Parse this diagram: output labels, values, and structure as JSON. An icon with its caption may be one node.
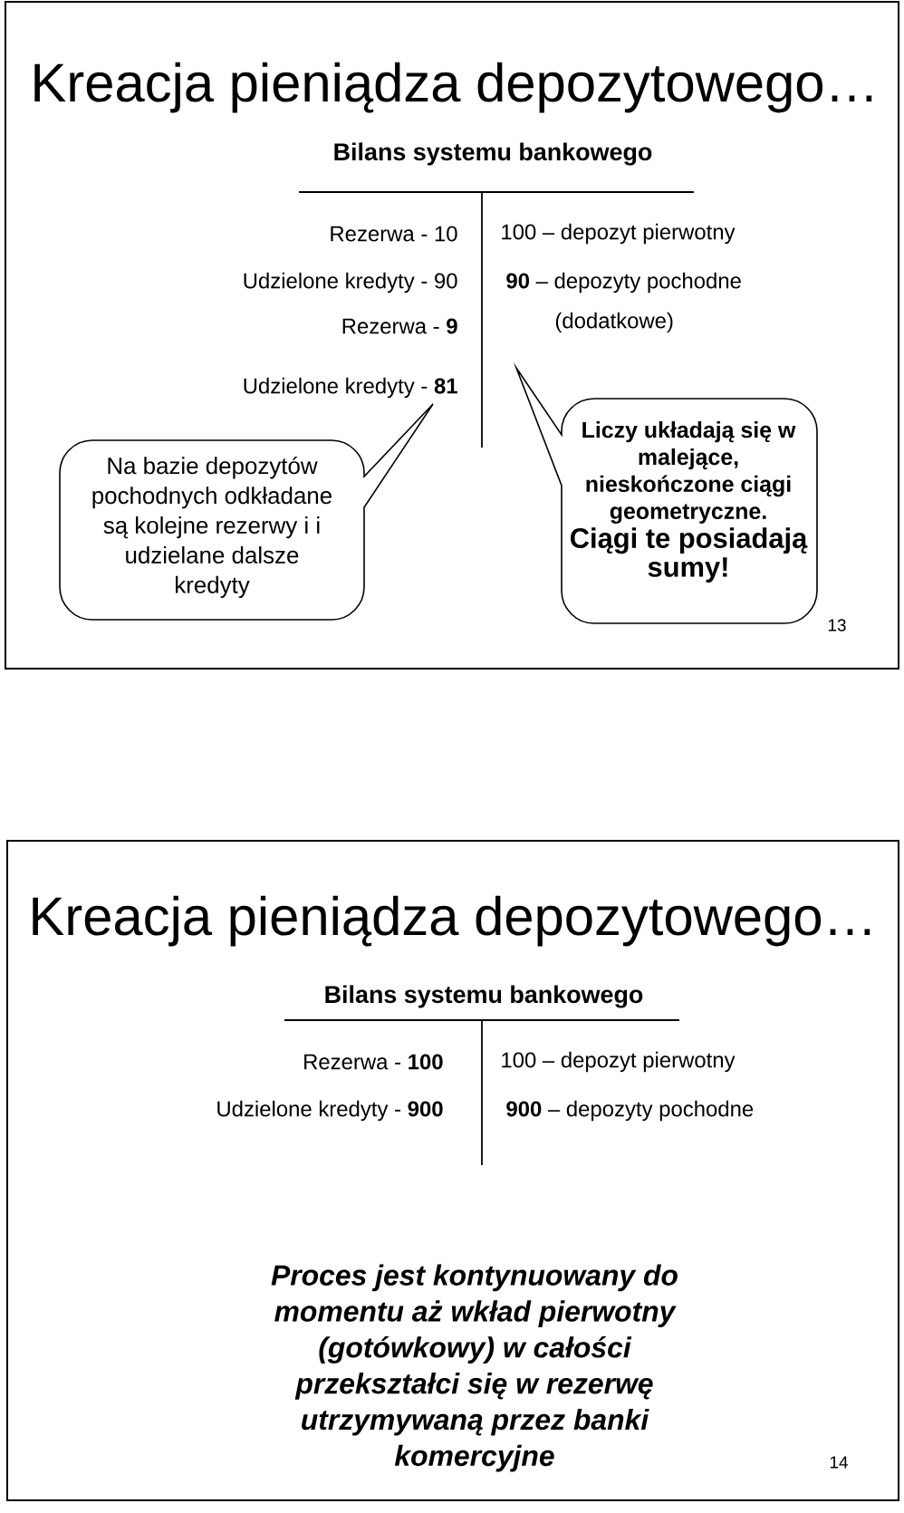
{
  "diagram": {
    "nodes": [
      {
        "text": [
          "Kreacja pieniądza depozytowego…"
        ]
      },
      {
        "text": [
          "Na bazie depozytów pochodnych odkładane są kolejne rezerwy i i udzielane dalsze kredyty"
        ],
        "in": 0
      },
      {
        "text": [
          "Liczy układają się w malejące, nieskończone ciągi geometryczne.",
          "Ciągi te posiadają sumy!"
        ],
        "in": 0
      },
      {
        "text": [
          "Kreacja pieniądza depozytowego…"
        ]
      }
    ],
    "labels": [
      "Bilans systemu bankowego",
      "Rezerwa - 10",
      "100 – depozyt pierwotny",
      "Udzielone kredyty - 90",
      "**90** – depozyty pochodne",
      "Rezerwa - **9**",
      "(dodatkowe)",
      "Udzielone kredyty - **81**",
      "13",
      "Bilans systemu bankowego",
      "Rezerwa - **100**",
      "100 – depozyt pierwotny",
      "Udzielone kredyty - **900**",
      "**900** – depozyty pochodne",
      "Proces jest kontynuowany do momentu aż wkład pierwotny (gotówkowy) w całości przekształci się w rezerwę utrzymywaną przez banki komercyjne",
      "14"
    ]
  }
}
